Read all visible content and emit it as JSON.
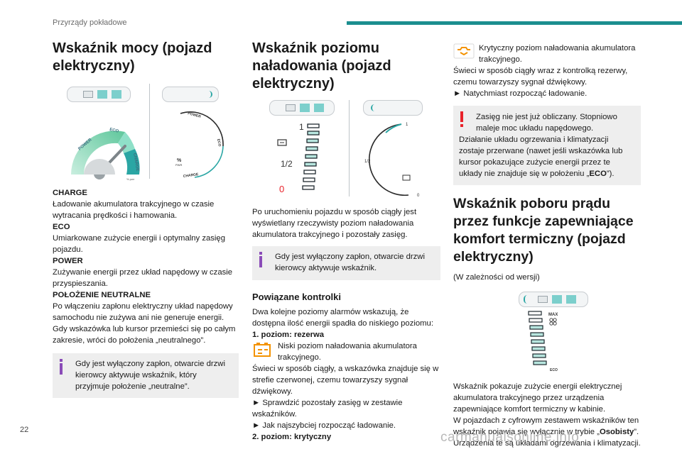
{
  "header": {
    "section": "Przyrządy pokładowe",
    "accent_color": "#1b8e8f"
  },
  "page_number": "22",
  "watermark": "carmanualsonline.info",
  "col1": {
    "title": "Wskaźnik mocy (pojazd elektryczny)",
    "gauge_labels": {
      "power": "POWER",
      "eco": "ECO",
      "charge": "CHARGE",
      "percent": "%",
      "pwr": "PWR",
      "percent_pwr": "% pwr"
    },
    "charge_h": "CHARGE",
    "charge_t": "Ładowanie akumulatora trakcyjnego w czasie wytracania prędkości i hamowania.",
    "eco_h": "ECO",
    "eco_t": "Umiarkowane zużycie energii i optymalny zasięg pojazdu.",
    "power_h": "POWER",
    "power_t": "Zużywanie energii przez układ napędowy w czasie przyspieszania.",
    "neutral_h": "POŁOŻENIE NEUTRALNE",
    "neutral_t": "Po włączeniu zapłonu elektryczny układ napędowy samochodu nie zużywa ani nie generuje energii. Gdy wskazówka lub kursor przemieści się po całym zakresie, wróci do położenia „neutralnego”.",
    "info": "Gdy jest wyłączony zapłon, otwarcie drzwi kierowcy aktywuje wskaźnik, który przyjmuje położenie „neutralne”."
  },
  "col2": {
    "title": "Wskaźnik poziomu naładowania (pojazd elektryczny)",
    "gauge_labels": {
      "one": "1",
      "half": "1/2",
      "zero": "0"
    },
    "intro": "Po uruchomieniu pojazdu w sposób ciągły jest wyświetlany rzeczywisty poziom naładowania akumulatora trakcyjnego i pozostały zasięg.",
    "info": "Gdy jest wyłączony zapłon, otwarcie drzwi kierowcy aktywuje wskaźnik.",
    "related_title": "Powiązane kontrolki",
    "related_intro": "Dwa kolejne poziomy alarmów wskazują, że dostępna ilość energii spadła do niskiego poziomu:",
    "level1_h": "1. poziom: rezerwa",
    "level1_icon_text": "Niski poziom naładowania akumulatora trakcyjnego.",
    "level1_t": "Świeci w sposób ciągły, a wskazówka znajduje się w strefie czerwonej, czemu towarzyszy sygnał dźwiękowy.",
    "bullet1": "► Sprawdzić pozostały zasięg w zestawie wskaźników.",
    "bullet2": "► Jak najszybciej rozpocząć ładowanie.",
    "level2_h": "2. poziom: krytyczny"
  },
  "col3": {
    "critical_icon_text": "Krytyczny poziom naładowania akumulatora trakcyjnego.",
    "critical_t": "Świeci w sposób ciągły wraz z kontrolką rezerwy, czemu towarzyszy sygnał dźwiękowy.",
    "critical_bullet": "► Natychmiast rozpocząć ładowanie.",
    "warn_lead": "Zasięg nie jest już obliczany. Stopniowo maleje moc układu napędowego.",
    "warn_rest_a": "Działanie układu ogrzewania i klimatyzacji zostaje przerwane (nawet jeśli wskazówka lub kursor pokazujące zużycie energii przez te układy nie znajduje się w położeniu „",
    "warn_eco": "ECO",
    "warn_rest_b": "”).",
    "title": "Wskaźnik poboru prądu przez funkcje zapewniające komfort termiczny (pojazd elektryczny)",
    "subtitle": "(W zależności od wersji)",
    "gauge_labels": {
      "max": "MAX",
      "eco": "ECO"
    },
    "body_1": "Wskaźnik pokazuje zużycie energii elektrycznej akumulatora trakcyjnego przez urządzenia zapewniające komfort termiczny w kabinie.",
    "body_2a": "W pojazdach z cyfrowym zestawem wskaźników ten wskaźnik pojawia się wyłącznie w trybie „",
    "body_2b": "Osobisty",
    "body_2c": "”.",
    "body_3": "Urządzenia te są układami ogrzewania i klimatyzacji."
  },
  "colors": {
    "teal": "#1b8e8f",
    "info_icon": "#8a4bb8",
    "warning_icon": "#e8222a",
    "battery_icon": "#f39200",
    "box_bg": "#eeeeee"
  }
}
